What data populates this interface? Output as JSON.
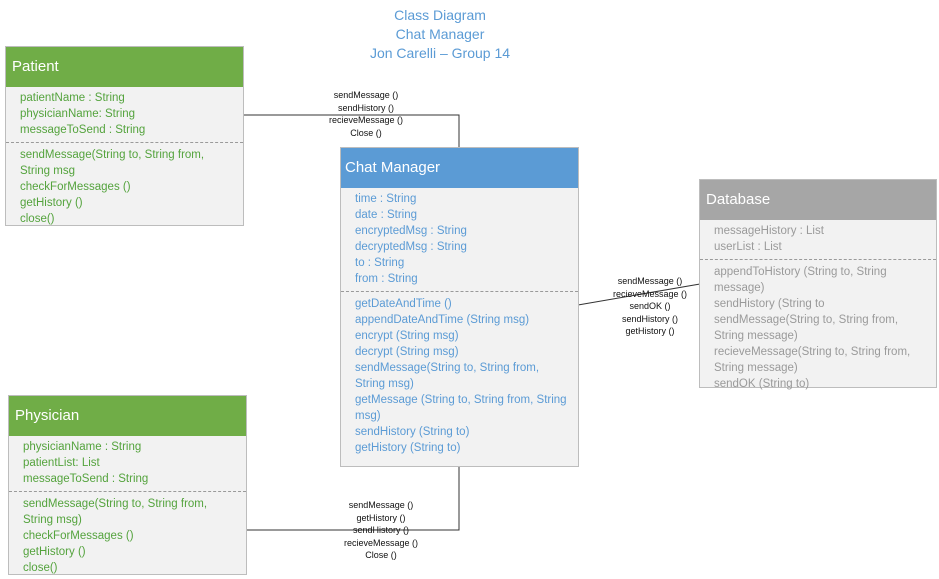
{
  "title": {
    "line1": "Class Diagram",
    "line2": "Chat Manager",
    "line3": "Jon Carelli – Group 14"
  },
  "patient": {
    "name": "Patient",
    "attributes": [
      "patientName : String",
      "physicianName: String",
      "messageToSend : String"
    ],
    "methods": [
      "sendMessage(String to, String from, String msg",
      "checkForMessages ()",
      "getHistory ()",
      "close()"
    ]
  },
  "physician": {
    "name": "Physician",
    "attributes": [
      "physicianName : String",
      "patientList: List",
      "messageToSend : String"
    ],
    "methods": [
      "sendMessage(String to, String from, String msg)",
      "checkForMessages ()",
      "getHistory ()",
      "close()"
    ]
  },
  "chat_manager": {
    "name": "Chat Manager",
    "attributes": [
      "time : String",
      "date : String",
      "encryptedMsg : String",
      "decryptedMsg : String",
      "to : String",
      "from : String"
    ],
    "methods": [
      "getDateAndTime ()",
      "appendDateAndTime (String msg)",
      "encrypt (String msg)",
      "decrypt (String msg)",
      "sendMessage(String to, String from, String msg)",
      "getMessage (String to, String from, String msg)",
      "sendHistory (String to)",
      "getHistory (String to)"
    ]
  },
  "database": {
    "name": "Database",
    "attributes": [
      "messageHistory : List",
      "userList : List"
    ],
    "methods": [
      "appendToHistory (String to, String message)",
      "sendHistory (String to sendMessage(String to, String from, String message)",
      "recieveMessage(String to, String from, String message)",
      "sendOK (String to)"
    ]
  },
  "links": {
    "patient_chat": [
      "sendMessage ()",
      "sendHistory ()",
      "recieveMessage ()",
      "Close ()"
    ],
    "chat_database": [
      "sendMessage ()",
      "recieveMessage ()",
      "sendOK ()",
      "sendHistory ()",
      "getHistory ()"
    ],
    "physician_chat": [
      "sendMessage ()",
      "getHistory ()",
      "sendHistory ()",
      "recieveMessage ()",
      "Close ()"
    ]
  }
}
